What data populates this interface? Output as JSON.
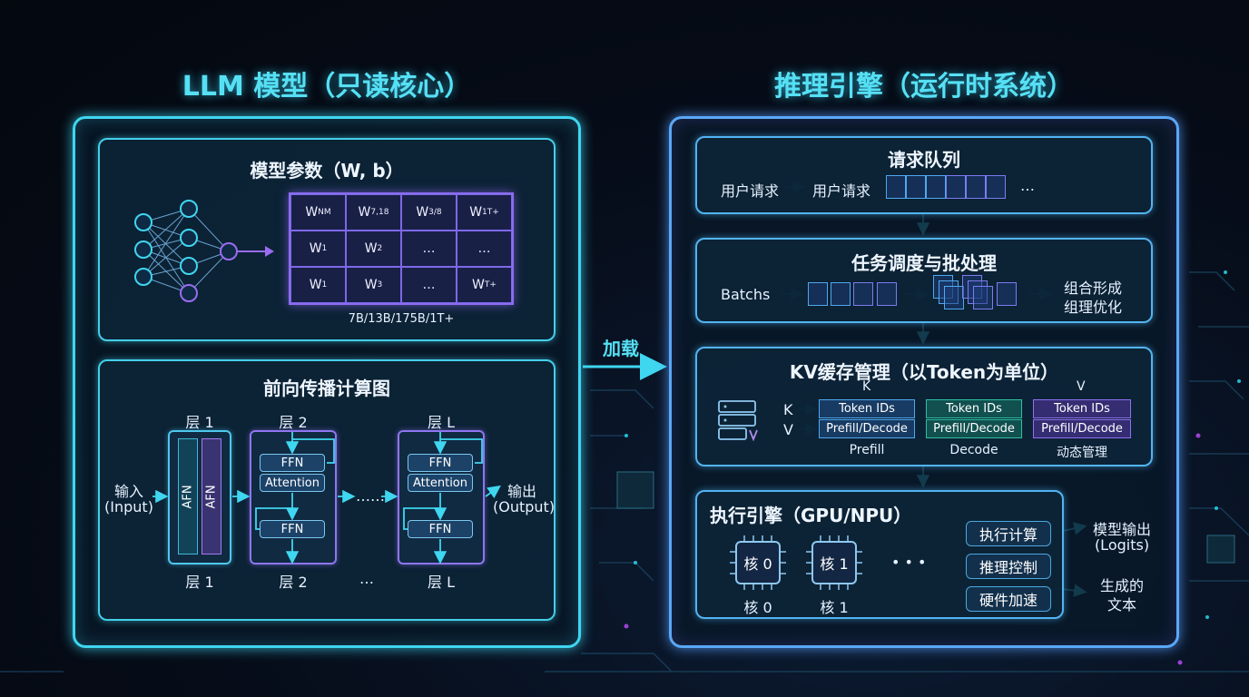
{
  "titles": {
    "left": "LLM 模型（只读核心）",
    "right": "推理引擎（运行时系统）"
  },
  "model_params": {
    "title": "模型参数（W, b）",
    "matrix": [
      [
        {
          "b": "W",
          "s": "NM"
        },
        {
          "b": "W",
          "s": "7,18"
        },
        {
          "b": "W",
          "s": "3/8"
        },
        {
          "b": "W",
          "s": "1T+"
        }
      ],
      [
        {
          "b": "W",
          "s": "1"
        },
        {
          "b": "W",
          "s": "2"
        },
        {
          "b": "…",
          "s": ""
        },
        {
          "b": "…",
          "s": ""
        }
      ],
      [
        {
          "b": "W",
          "s": "1"
        },
        {
          "b": "W",
          "s": "3"
        },
        {
          "b": "…",
          "s": ""
        },
        {
          "b": "W",
          "s": "T+"
        }
      ]
    ],
    "sizes": "7B/13B/175B/1T+"
  },
  "forward": {
    "title": "前向传播计算图",
    "input": "输入",
    "input_en": "(Input)",
    "output": "输出",
    "output_en": "(Output)",
    "layer1_top": "层 1",
    "layer1_bottom": "层 1",
    "layer2_top": "层 2",
    "layer2_bottom": "层 2",
    "layerL_top": "层 L",
    "layerL_bottom": "层 L",
    "bar1": "AFN",
    "bar2": "AFN",
    "ffn": "FFN",
    "attention": "Attention",
    "dots": "……",
    "dots_bottom": "…"
  },
  "load_label": "加载",
  "queue": {
    "title": "请求队列",
    "req1": "用户请求",
    "req2": "用户请求",
    "dots": "…"
  },
  "schedule": {
    "title": "任务调度与批处理",
    "batchs": "Batchs",
    "result_line1": "组合形成",
    "result_line2": "组理优化"
  },
  "kv": {
    "title": "KV缓存管理（以Token为单位）",
    "k_top": "K",
    "v_top": "V",
    "k_arrow": "K",
    "v_arrow": "V",
    "token_ids": "Token IDs",
    "prefill_decode": "Prefill/Decode",
    "col1": "Prefill",
    "col2": "Decode",
    "col3": "动态管理"
  },
  "exec": {
    "title": "执行引擎（GPU/NPU）",
    "core0": "核 0",
    "core0_label": "核 0",
    "core1": "核 1",
    "core1_label": "核 1",
    "dots": "• • •",
    "btn1": "执行计算",
    "btn2": "推理控制",
    "btn3": "硬件加速",
    "out1_line1": "模型输出",
    "out1_line2": "(Logits)",
    "out2_line1": "生成的",
    "out2_line2": "文本"
  },
  "colors": {
    "cyan": "#3fd6f0",
    "blue": "#5aa8f8",
    "purple": "#8a6cf0",
    "green": "#2fc0a0"
  }
}
